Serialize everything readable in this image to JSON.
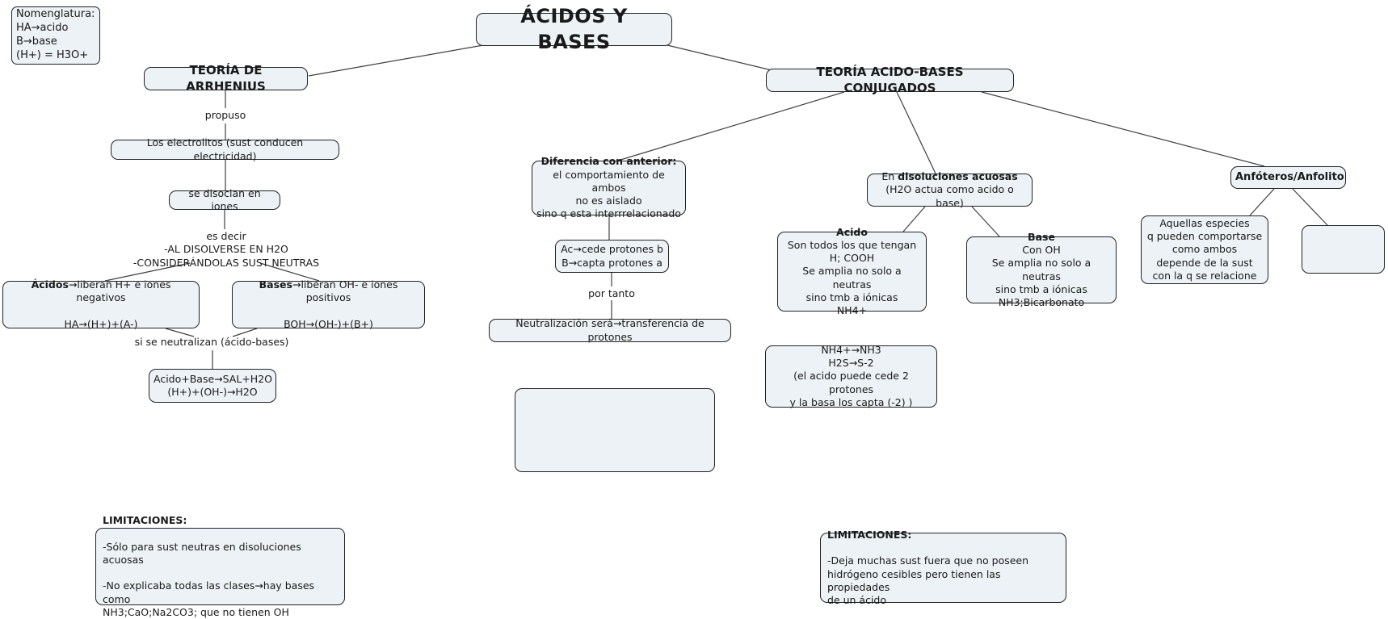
{
  "colors": {
    "background": "#ffffff",
    "node_fill": "#ecf2f5",
    "node_border": "#222222",
    "line_color": "#404040",
    "text": "#1a1a1a"
  },
  "legend": {
    "text": "Nomenglatura:\nHA→acido\nB→base\n(H+) = H3O+"
  },
  "title": {
    "label": "ÁCIDOS Y BASES"
  },
  "arrhenius": {
    "node": "TEORÍA DE ARRHENIUS",
    "link_propuso": "propuso",
    "electrolitos": "Los electrolitos (sust conducen electricidad)",
    "disocian": "se disocian en iones",
    "link_es_decir": "es decir\n-AL DISOLVERSE EN H2O\n-CONSIDERÁNDOLAS SUST NEUTRAS",
    "acidos_title": "Ácidos",
    "acidos_rest": "→liberan H+ e iones negativos",
    "acidos_formula": "\n\nHA→(H+)+(A-)",
    "bases_title": "Bases",
    "bases_rest": "→liberan OH- e iones positivos",
    "bases_formula": "\n\nBOH→(OH-)+(B+)",
    "link_neutralizan": "si se neutralizan (ácido-bases)",
    "sal": "Acido+Base→SAL+H2O\n(H+)+(OH-)→H2O",
    "limitaciones_title": "LIMITACIONES:",
    "limitaciones_body": "\n\n-Sólo para sust neutras en disoluciones acuosas\n\n-No explicaba todas las clases→hay bases como\nNH3;CaO;Na2CO3; que no tienen OH"
  },
  "conjugados": {
    "node": "TEORÍA ACIDO-BASES CONJUGADOS",
    "diferencia_title": "Diferencia con anterior:",
    "diferencia_body": "\nel comportamiento de ambos\nno es aislado\nsino q esta interrrelacionado",
    "ac_cede": "Ac→cede protones b\nB→capta protones a",
    "link_por_tanto": "por tanto",
    "neutralizacion": "Neutralización será→transferencia de protones",
    "disoluciones_prefix": "En ",
    "disoluciones_bold": "disoluciones acuosas",
    "disoluciones_sub": "\n(H2O actua como acido o base)",
    "acido_title": "Acido",
    "acido_body": "\nSon todos los que tengan\nH; COOH\nSe amplia no solo a neutras\nsino tmb a iónicas\nNH4+",
    "base_title": "Base",
    "base_body": "\nCon OH\nSe amplia no solo a neutras\nsino tmb a iónicas\nNH3;Bicarbonato",
    "nh4": "NH4+→NH3\nH2S→S-2\n(el acido puede cede 2 protones\ny la basa los capta (-2) )",
    "anfoteros": "Anfóteros/Anfolito",
    "aquellas": "Aquellas especies\nq pueden comportarse\ncomo ambos\ndepende de la sust\ncon la q se relacione",
    "limitaciones_title": "LIMITACIONES:",
    "limitaciones_body": "\n\n-Deja muchas sust fuera que no poseen\nhidrógeno cesibles pero tienen las propiedades\nde un ácido"
  }
}
